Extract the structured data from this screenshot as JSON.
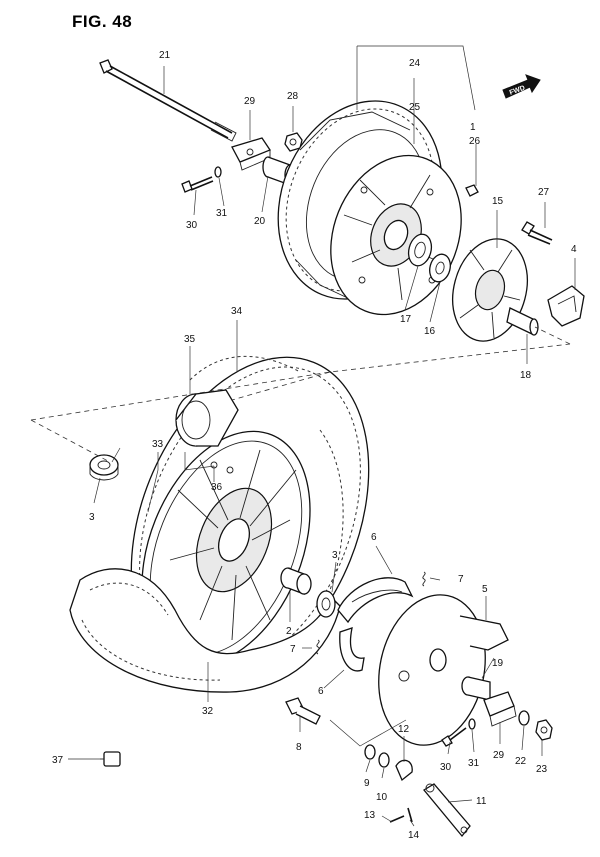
{
  "figure": {
    "title": "FIG. 48"
  },
  "direction_badge": "FWD",
  "callouts": [
    "1",
    "2",
    "3",
    "4",
    "5",
    "6",
    "7",
    "8",
    "9",
    "10",
    "11",
    "12",
    "13",
    "14",
    "15",
    "16",
    "17",
    "18",
    "19",
    "20",
    "21",
    "22",
    "23",
    "24",
    "25",
    "26",
    "27",
    "28",
    "29",
    "30",
    "31",
    "32",
    "33",
    "34",
    "35",
    "36",
    "37"
  ],
  "labels": {
    "c1": "1",
    "c2": "2",
    "c3a": "3",
    "c3b": "3",
    "c4": "4",
    "c5": "5",
    "c6a": "6",
    "c6b": "6",
    "c7a": "7",
    "c7b": "7",
    "c8": "8",
    "c9": "9",
    "c10": "10",
    "c11": "11",
    "c12": "12",
    "c13": "13",
    "c14": "14",
    "c15": "15",
    "c16": "16",
    "c17": "17",
    "c18": "18",
    "c19": "19",
    "c20": "20",
    "c21": "21",
    "c22": "22",
    "c23": "23",
    "c24": "24",
    "c25": "25",
    "c26": "26",
    "c27": "27",
    "c28": "28",
    "c29a": "29",
    "c29b": "29",
    "c30a": "30",
    "c30b": "30",
    "c31a": "31",
    "c31b": "31",
    "c32": "32",
    "c33": "33",
    "c34": "34",
    "c35": "35",
    "c36": "36",
    "c37": "37"
  }
}
